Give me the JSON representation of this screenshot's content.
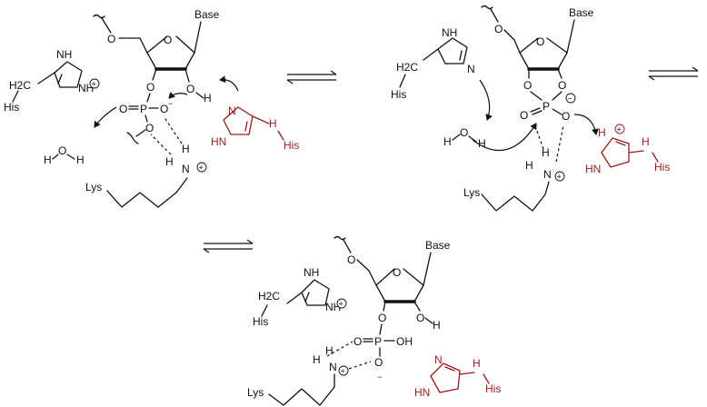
{
  "labels": {
    "base": "Base",
    "his": "His",
    "lys": "Lys",
    "nh": "NH",
    "hn": "HN",
    "n": "N",
    "h": "H",
    "h2c": "H2C",
    "ch2": "H2C",
    "o": "O",
    "p": "P",
    "oh": "OH",
    "plus": "+",
    "minus": "−"
  },
  "colors": {
    "ink": "#111111",
    "catalytic_his": "#9b1b1b"
  },
  "equilibrium_arrows": 3
}
